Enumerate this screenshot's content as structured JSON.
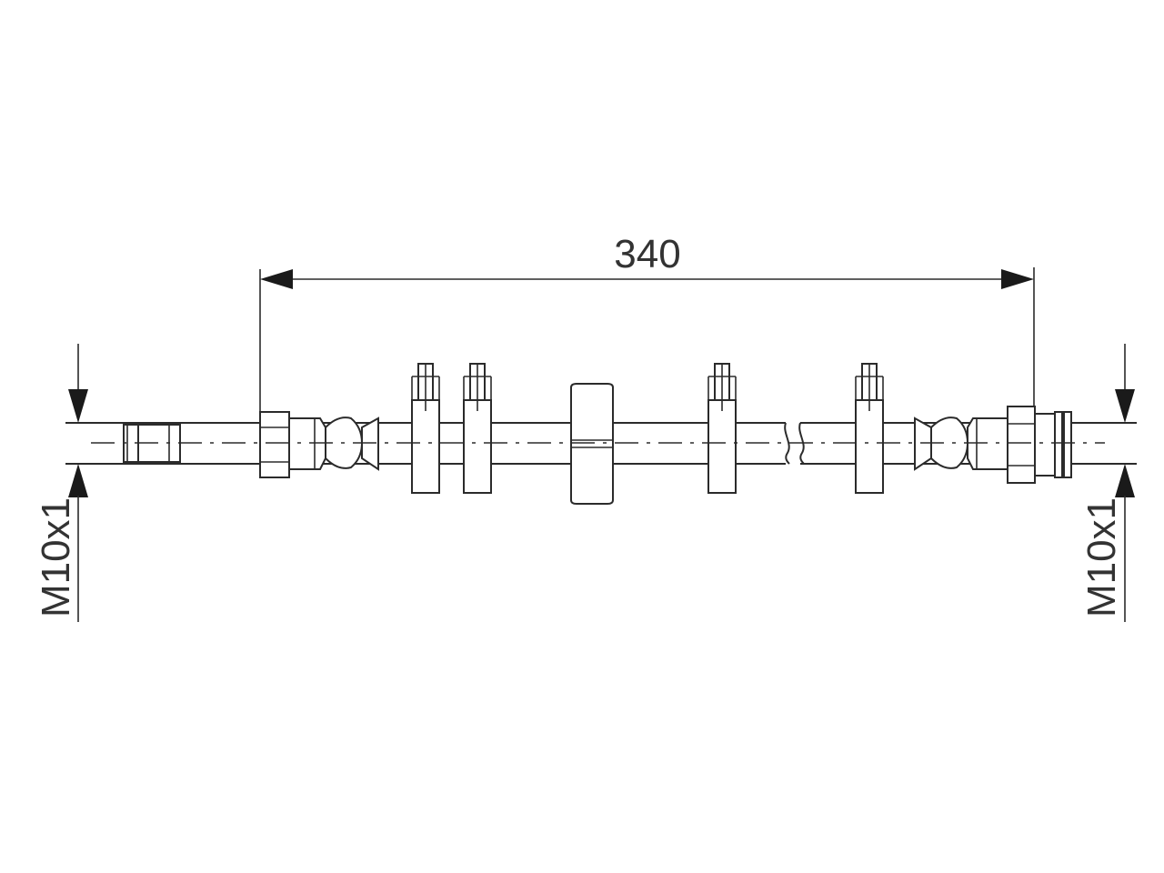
{
  "drawing": {
    "overall_length": "340",
    "left_thread": "M10x1",
    "right_thread": "M10x1"
  },
  "colors": {
    "line": "#2b2b2b",
    "background": "#ffffff"
  }
}
